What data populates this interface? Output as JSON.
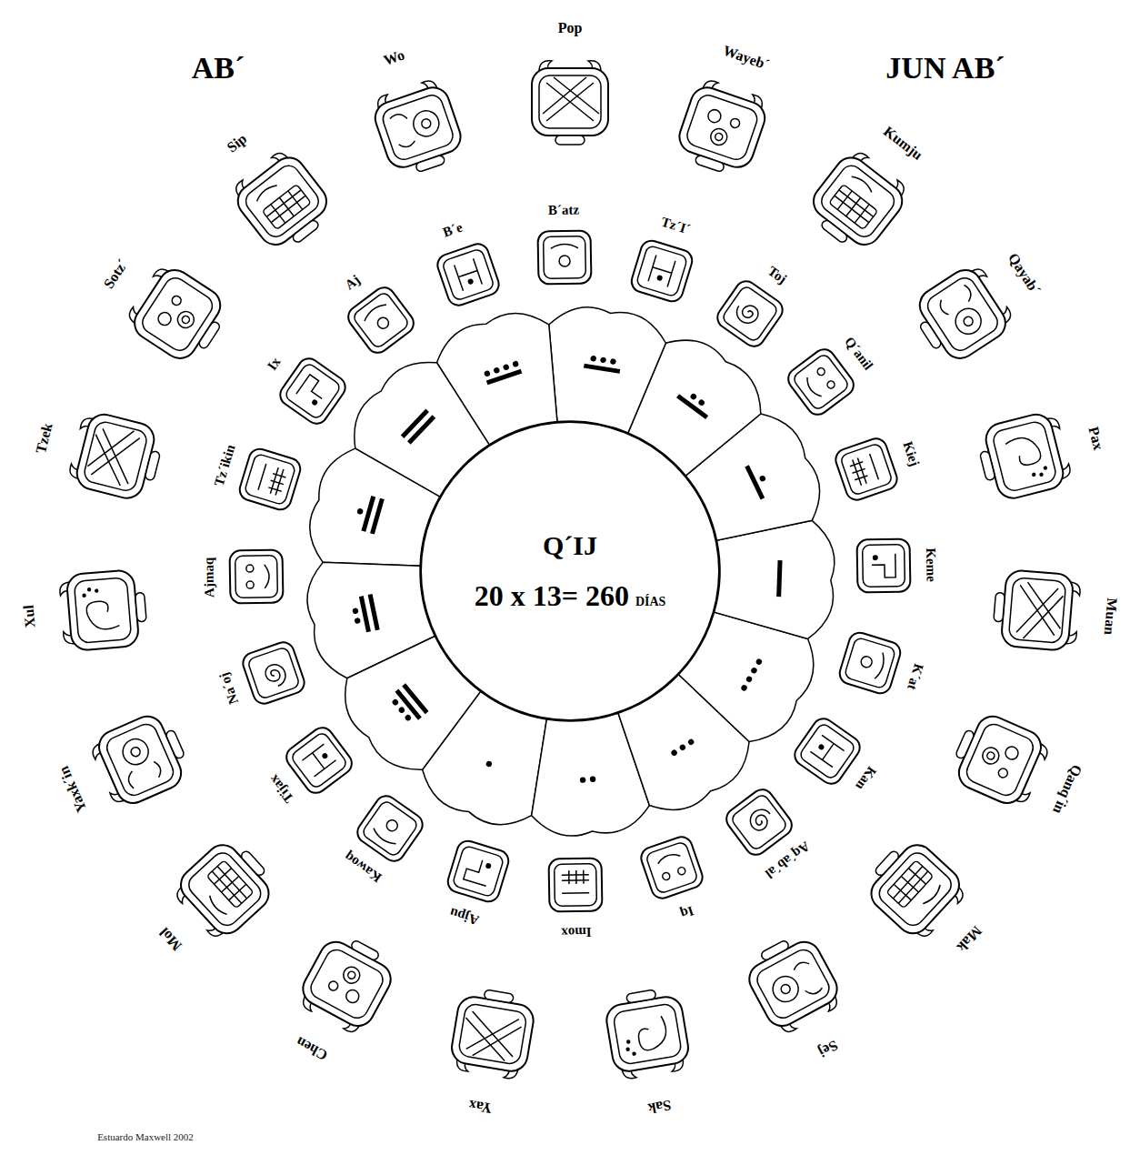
{
  "diagram": {
    "nodes": [
      {
        "text": [
          "Q´IJ",
          "20 x 13= 260",
          "DÍAS"
        ]
      },
      {
        "text": [
          "B´atz"
        ]
      },
      {
        "text": [
          "Tz´I´"
        ]
      },
      {
        "text": [
          "Toj"
        ]
      },
      {
        "text": [
          "Q´anil"
        ]
      },
      {
        "text": [
          "Kiej"
        ]
      },
      {
        "text": [
          "Keme"
        ]
      },
      {
        "text": [
          "K´at"
        ]
      },
      {
        "text": [
          "Kan"
        ]
      },
      {
        "text": [
          "Aq´ab´al"
        ]
      },
      {
        "text": [
          "Iq"
        ]
      },
      {
        "text": [
          "Imox"
        ]
      },
      {
        "text": [
          "Ajpu"
        ]
      },
      {
        "text": [
          "Kawoq"
        ]
      },
      {
        "text": [
          "Tijax"
        ]
      },
      {
        "text": [
          "Na´oj"
        ]
      },
      {
        "text": [
          "Ajmaq"
        ]
      },
      {
        "text": [
          "Tz´ikin"
        ]
      },
      {
        "text": [
          "Ix"
        ]
      },
      {
        "text": [
          "Aj"
        ]
      },
      {
        "text": [
          "B´e"
        ]
      },
      {
        "text": [
          "Pop"
        ]
      },
      {
        "text": [
          "Wayeb´"
        ]
      },
      {
        "text": [
          "Kumju"
        ]
      },
      {
        "text": [
          "Qayab´"
        ]
      },
      {
        "text": [
          "Pax"
        ]
      },
      {
        "text": [
          "Muan"
        ]
      },
      {
        "text": [
          "Qanq´in"
        ]
      },
      {
        "text": [
          "Mak"
        ]
      },
      {
        "text": [
          "Sej"
        ]
      },
      {
        "text": [
          "Sak"
        ]
      },
      {
        "text": [
          "Yax"
        ]
      },
      {
        "text": [
          "Chen"
        ]
      },
      {
        "text": [
          "Mol"
        ]
      },
      {
        "text": [
          "Yaxk´in"
        ]
      },
      {
        "text": [
          "Xul"
        ]
      },
      {
        "text": [
          "Tzek"
        ]
      },
      {
        "text": [
          "Sotz´"
        ]
      },
      {
        "text": [
          "Sip"
        ]
      },
      {
        "text": [
          "Wo"
        ]
      }
    ],
    "labels": [
      "AB´",
      "JUN AB´",
      "Estuardo Maxwell 2002"
    ]
  }
}
